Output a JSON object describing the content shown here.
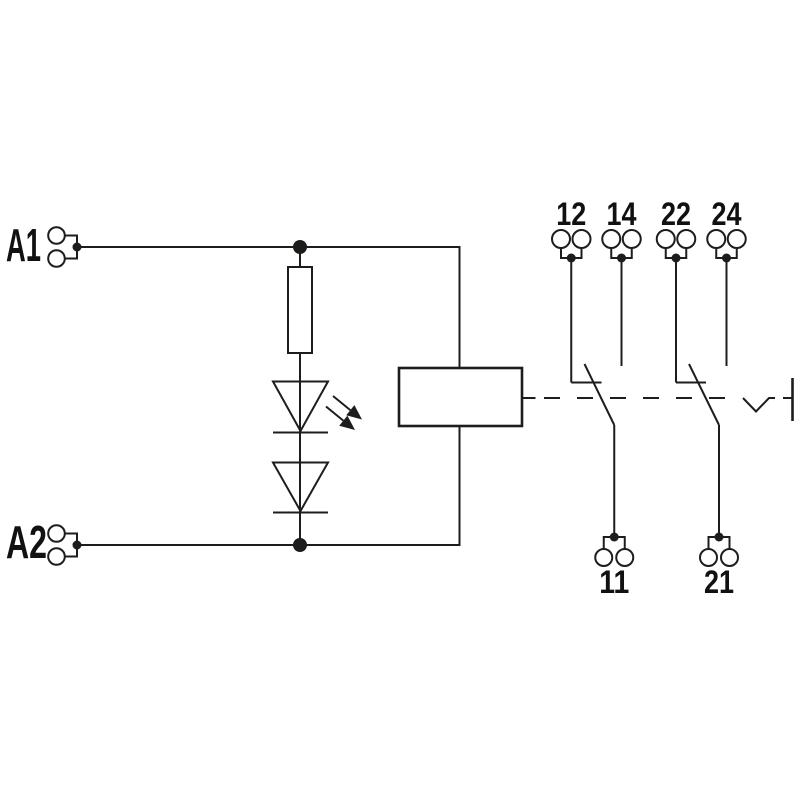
{
  "colors": {
    "background": "#ffffff",
    "line": "#1d1d1b",
    "text": "#111111"
  },
  "coil_side": {
    "a1": "A1",
    "a2": "A2"
  },
  "contact_side": {
    "top_terminals": [
      {
        "label": "12"
      },
      {
        "label": "14"
      },
      {
        "label": "22"
      },
      {
        "label": "24"
      }
    ],
    "bottom_terminals": [
      {
        "label": "11"
      },
      {
        "label": "21"
      }
    ]
  }
}
